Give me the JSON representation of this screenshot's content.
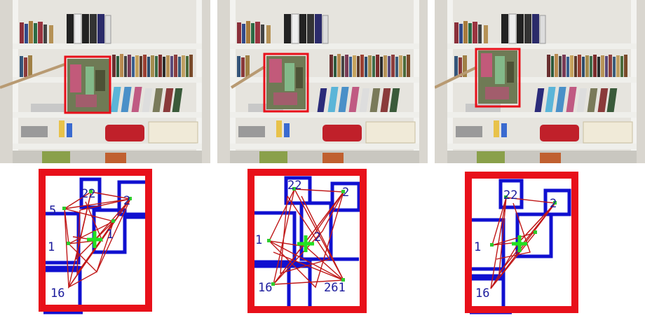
{
  "colors": {
    "bounding_box": "#e8101a",
    "grid_block": "#1010d0",
    "keypoint": "#2ecc2e",
    "centroid": "#22e022",
    "link_line": "#c01818",
    "label": "#1a1a9c",
    "wall": "#d9d6cf",
    "shelf": "#efefeb"
  },
  "frames": [
    {
      "id": "frame-1"
    },
    {
      "id": "frame-2"
    },
    {
      "id": "frame-3"
    }
  ],
  "diagrams": [
    {
      "labels": [
        "22",
        "5",
        "2",
        "1",
        "1",
        "16"
      ]
    },
    {
      "labels": [
        "22",
        "2",
        "1",
        "16",
        "2",
        "261"
      ]
    },
    {
      "labels": [
        "22",
        "2",
        "1",
        "16"
      ]
    }
  ]
}
